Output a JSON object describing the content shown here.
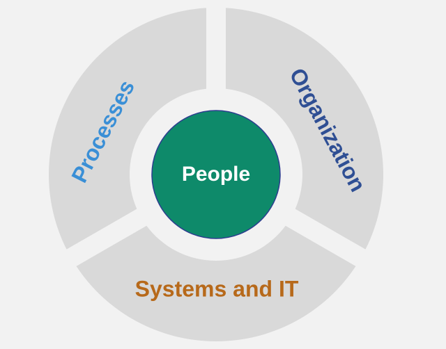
{
  "colors": {
    "background": "#f2f2f2",
    "segment_fill": "#d9d9d9",
    "center_fill": "#0e8a6a",
    "center_stroke": "#2c3d8f",
    "center_text": "#ffffff",
    "processes_text": "#3a8fd6",
    "organization_text": "#2f4f94",
    "systems_text": "#b7691a"
  },
  "center": {
    "label": "People"
  },
  "segments": [
    {
      "id": "processes",
      "label": "Processes",
      "color": "#3a8fd6"
    },
    {
      "id": "organization",
      "label": "Organization",
      "color": "#2f4f94"
    },
    {
      "id": "systems",
      "label": "Systems and IT",
      "color": "#b7691a"
    }
  ]
}
